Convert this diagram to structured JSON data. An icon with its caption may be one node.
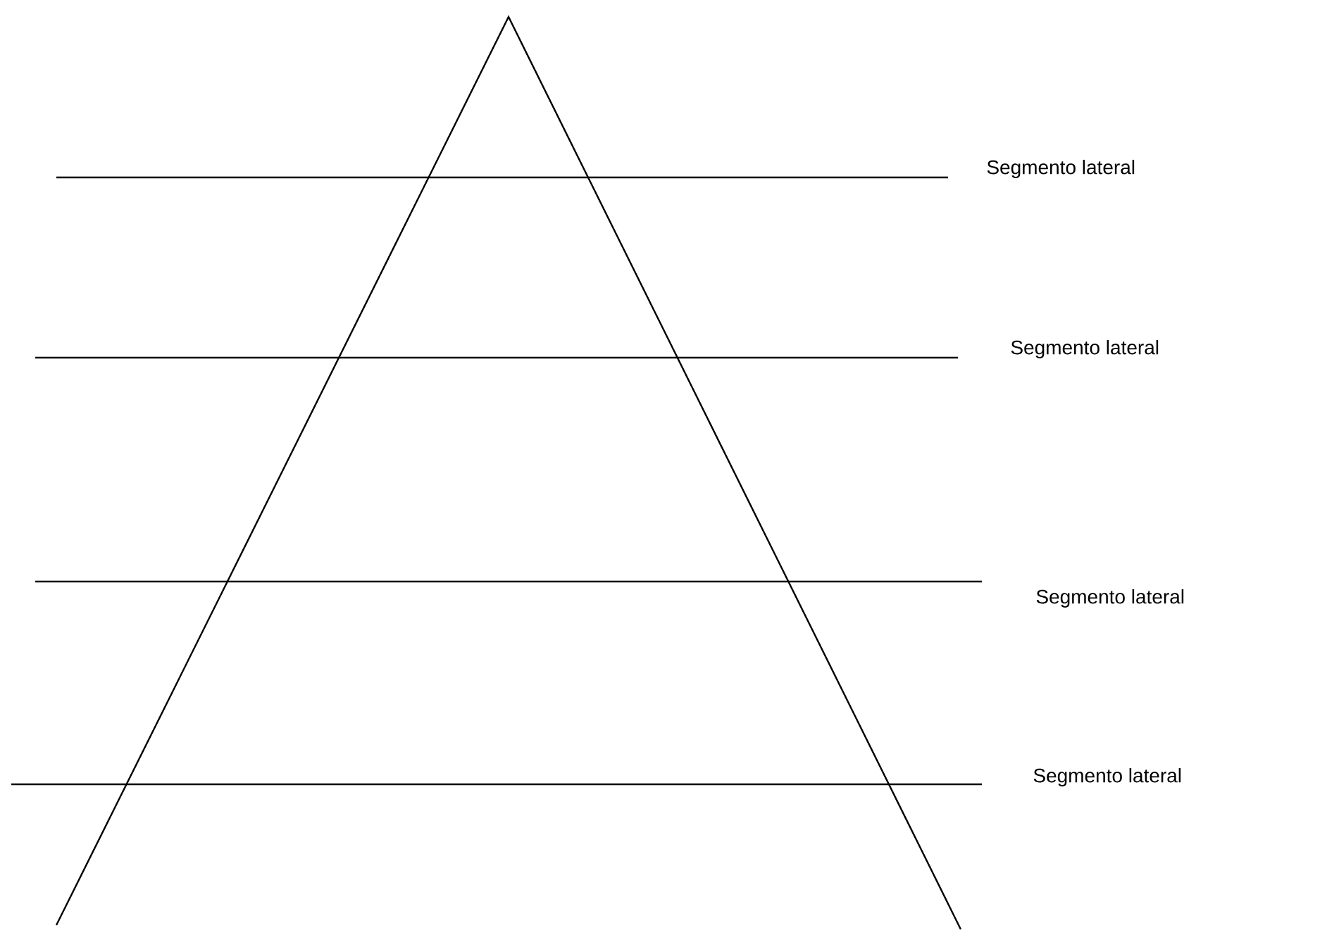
{
  "diagram": {
    "labels": [
      "Segmento lateral",
      "Segmento lateral",
      "Segmento lateral",
      "Segmento lateral"
    ]
  }
}
